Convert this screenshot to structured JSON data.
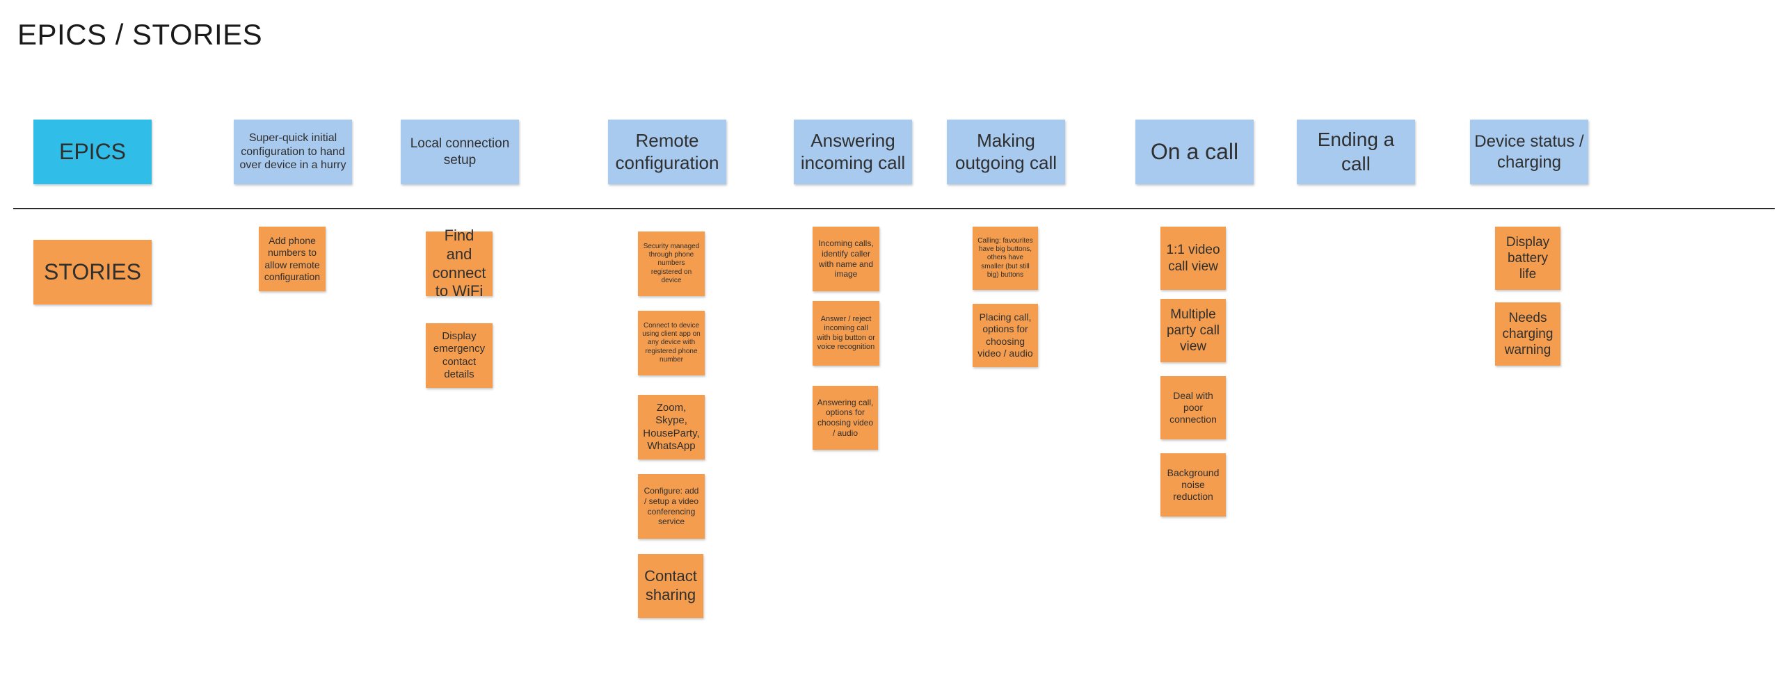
{
  "title": "EPICS / STORIES",
  "colors": {
    "epic_label": "#30bde8",
    "epic_note": "#a8caef",
    "story_note": "#f59d4f",
    "divider": "#2b2b2b"
  },
  "row_labels": {
    "epics": "EPICS",
    "stories": "STORIES"
  },
  "epics": [
    "Super-quick initial configuration to hand over device in a hurry",
    "Local connection setup",
    "Remote configuration",
    "Answering incoming call",
    "Making outgoing call",
    "On a call",
    "Ending a call",
    "Device status / charging"
  ],
  "stories": {
    "quick_config": [
      "Add phone numbers to allow remote configuration"
    ],
    "local_setup": [
      "Find and connect to WiFi",
      "Display emergency contact details"
    ],
    "remote_config": [
      "Security managed through phone numbers registered on device",
      "Connect to device using client app on any device with registered phone number",
      "Zoom, Skype, HouseParty, WhatsApp",
      "Configure: add / setup a video conferencing service",
      "Contact sharing"
    ],
    "answering": [
      "Incoming calls, identify caller with name and image",
      "Answer / reject incoming call with big button or voice recognition",
      "Answering call, options for choosing video / audio"
    ],
    "outgoing": [
      "Calling: favourites have big buttons, others have smaller (but still big) buttons",
      "Placing call, options for choosing video / audio"
    ],
    "on_call": [
      "1:1 video call view",
      "Multiple party call view",
      "Deal with poor connection",
      "Background noise reduction"
    ],
    "device_status": [
      "Display battery life",
      "Needs charging warning"
    ]
  }
}
